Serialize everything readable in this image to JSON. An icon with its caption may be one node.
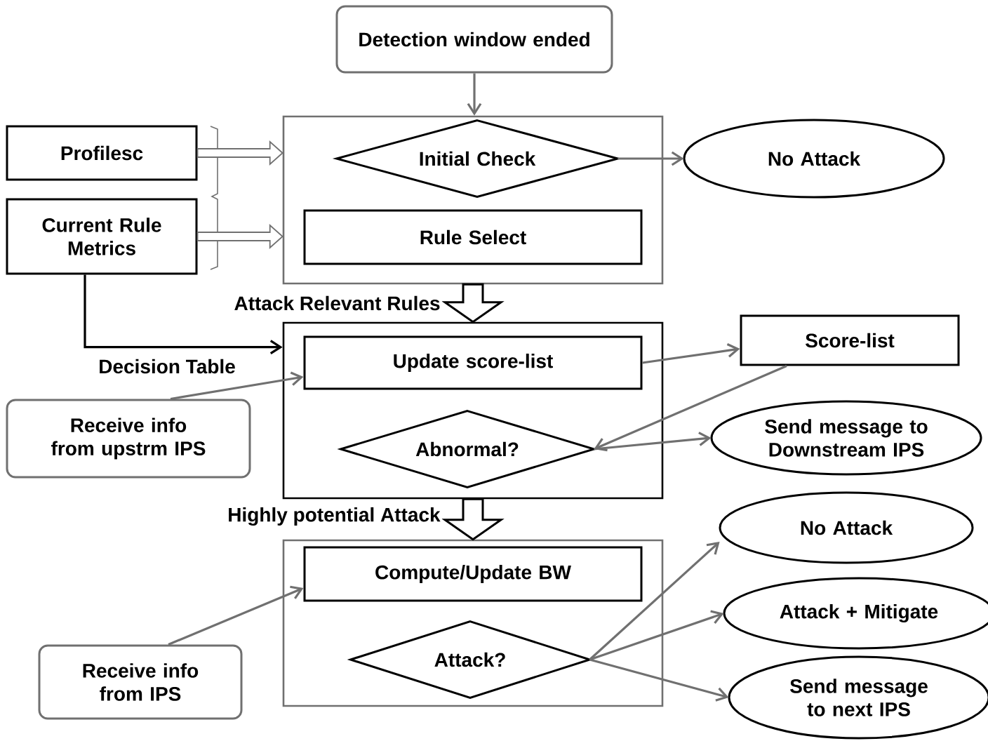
{
  "diagram": {
    "nodes": [
      {
        "text": [
          "Detection window ended"
        ]
      },
      {
        "text": [],
        "shape": "box"
      },
      {
        "text": [
          "Initial Check"
        ],
        "in": 1
      },
      {
        "text": [
          "Rule Select"
        ],
        "in": 1
      },
      {
        "text": [
          "No Attack"
        ]
      },
      {
        "text": [
          "Profilesc"
        ]
      },
      {
        "text": [
          "Current Rule Metrics"
        ]
      },
      {
        "text": [],
        "shape": "box"
      },
      {
        "text": [
          "Update score-list"
        ],
        "in": 7
      },
      {
        "text": [
          "Abnormal?"
        ],
        "in": 7
      },
      {
        "text": [
          "Score-list"
        ]
      },
      {
        "text": [
          "Send message to Downstream IPS"
        ]
      },
      {
        "text": [
          "Receive info from upstrm IPS"
        ]
      },
      {
        "text": [],
        "shape": "box"
      },
      {
        "text": [
          "Compute/Update BW"
        ],
        "in": 13
      },
      {
        "text": [
          "Attack?"
        ],
        "in": 13
      },
      {
        "text": [
          "Receive info from IPS"
        ]
      },
      {
        "text": [
          "No Attack"
        ]
      },
      {
        "text": [
          "Attack + Mitigate"
        ]
      },
      {
        "text": [
          "Send message to next IPS"
        ]
      }
    ],
    "edges": [
      {
        "from": 0,
        "to": 1,
        "arrow": "to"
      },
      {
        "from": 2,
        "to": 4,
        "arrow": "to"
      },
      {
        "from": 5,
        "to": 1,
        "arrow": "to",
        "style": "thick"
      },
      {
        "from": 6,
        "to": 1,
        "arrow": "to",
        "style": "thick"
      },
      {
        "from": 1,
        "to": 7,
        "arrow": "to",
        "label": "Attack Relevant Rules",
        "style": "thick",
        "color": "#000000"
      },
      {
        "from": 6,
        "to": 7,
        "arrow": "to",
        "label": "Decision Table",
        "color": "#000000"
      },
      {
        "from": 8,
        "to": 10,
        "arrow": "to"
      },
      {
        "from": 10,
        "to": 9,
        "arrow": "to"
      },
      {
        "from": 9,
        "to": 11,
        "arrow": "to"
      },
      {
        "from": 12,
        "to": 8,
        "arrow": "to"
      },
      {
        "from": 7,
        "to": 13,
        "arrow": "to",
        "label": "Highly potential Attack",
        "style": "thick",
        "color": "#000000"
      },
      {
        "from": 16,
        "to": 14,
        "arrow": "to"
      },
      {
        "from": 15,
        "to": 17,
        "arrow": "to"
      },
      {
        "from": 15,
        "to": 18,
        "arrow": "to"
      },
      {
        "from": 15,
        "to": 19,
        "arrow": "to"
      }
    ]
  }
}
